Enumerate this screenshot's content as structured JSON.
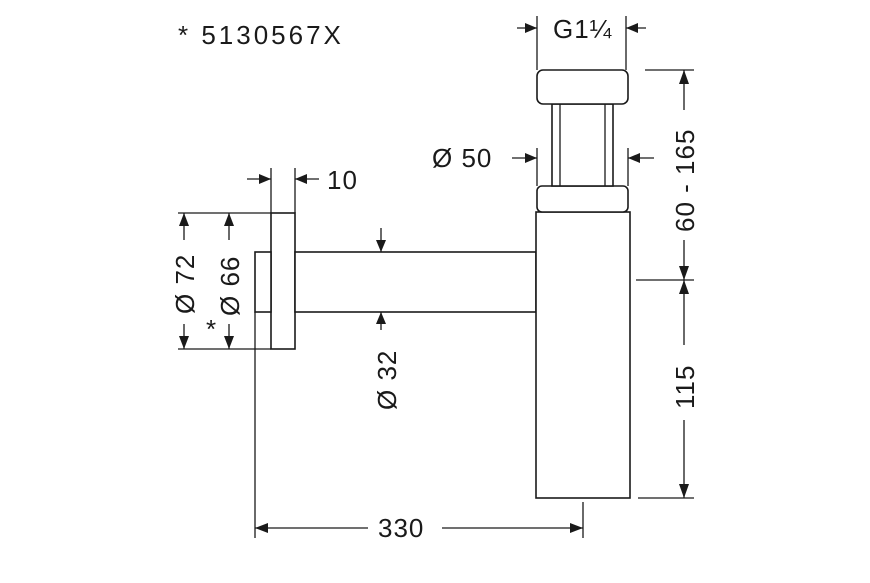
{
  "article_code": "* 5130567X",
  "dimensions": {
    "thread": "G1¼",
    "outlet_diameter": "Ø 50",
    "flange_thickness": "10",
    "flange_diameter": "Ø 72",
    "flange_inner_diameter": "Ø 66",
    "inner_marker": "*",
    "pipe_diameter": "Ø 32",
    "adjustable_height": "60 - 165",
    "body_height": "115",
    "total_length": "330"
  }
}
